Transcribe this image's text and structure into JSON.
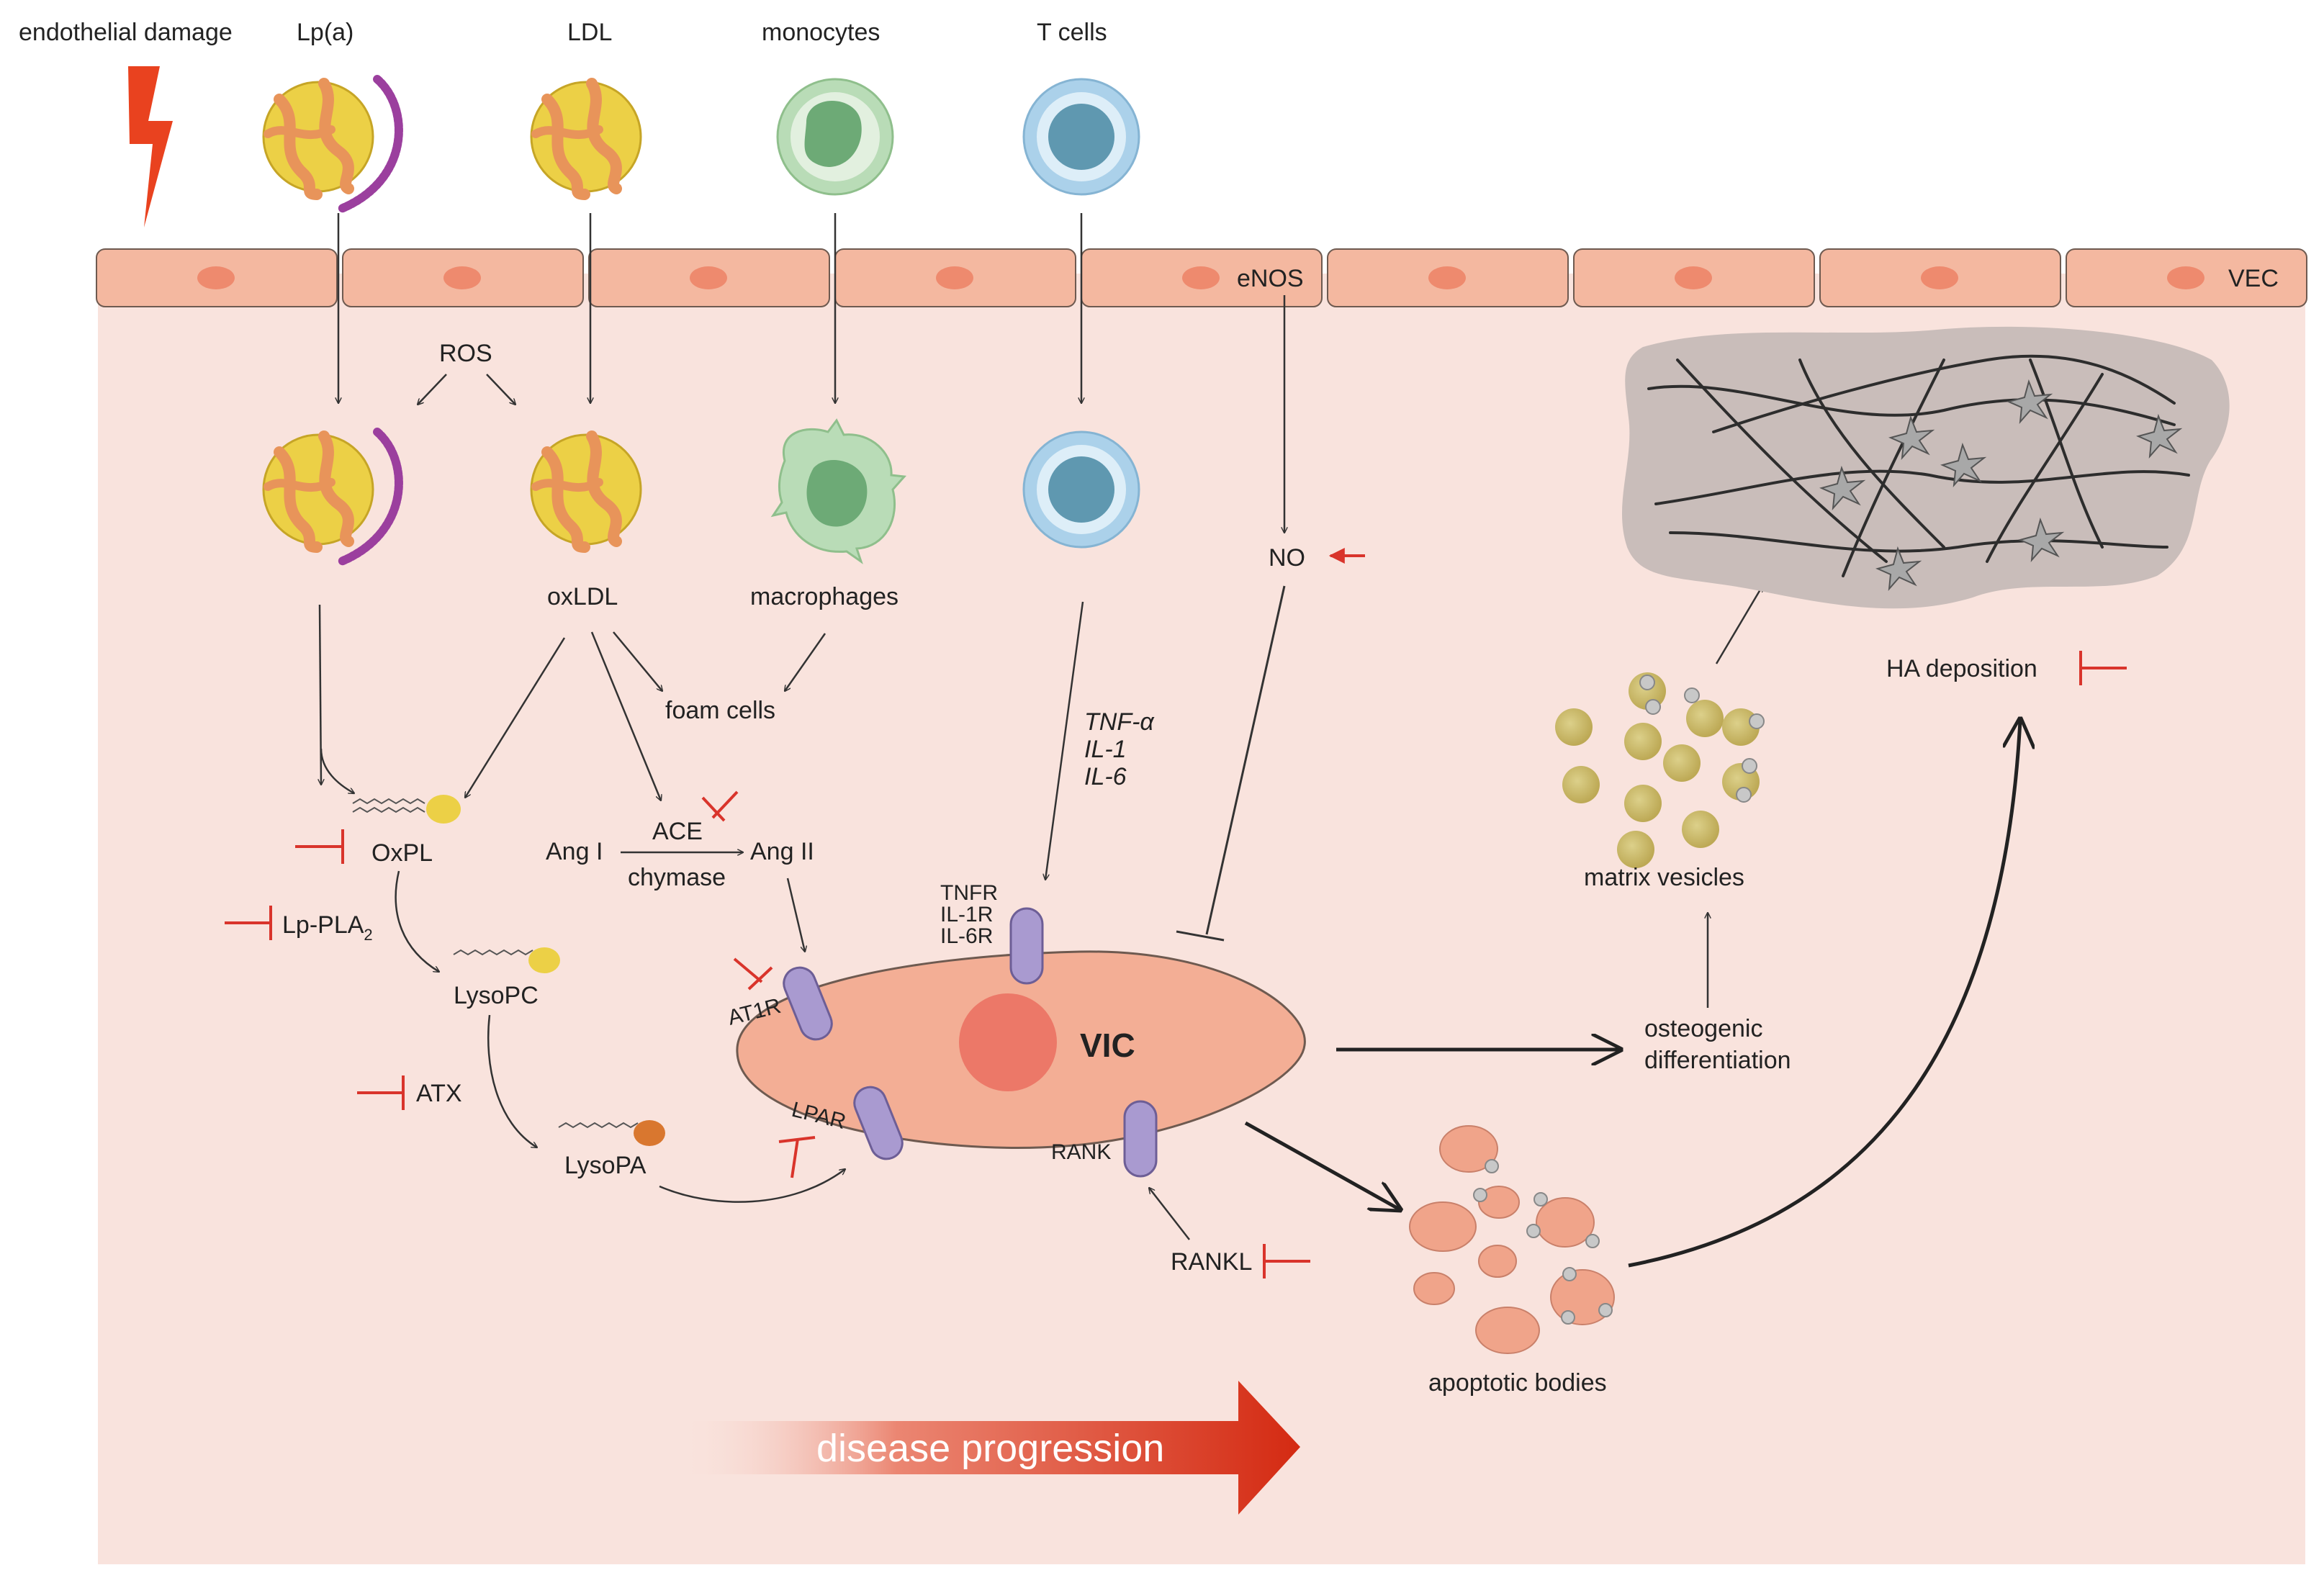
{
  "top_labels": {
    "endothelial_damage": "endothelial damage",
    "lpa": "Lp(a)",
    "ldl": "LDL",
    "monocytes": "monocytes",
    "t_cells": "T cells"
  },
  "endothelium": {
    "enos": "eNOS",
    "vec": "VEC"
  },
  "lipids": {
    "ros": "ROS",
    "oxldl": "oxLDL",
    "macrophages": "macrophages",
    "foam_cells": "foam cells",
    "no": "NO"
  },
  "pathway": {
    "oxpl": "OxPL",
    "lp_pla2": "Lp-PLA",
    "lp_pla2_sub": "2",
    "lysopc": "LysoPC",
    "atx": "ATX",
    "lysopa": "LysoPA",
    "ang1": "Ang I",
    "ace": "ACE",
    "chymase": "chymase",
    "ang2": "Ang II",
    "cytokines": [
      "TNF-α",
      "IL-1",
      "IL-6"
    ]
  },
  "receptors": {
    "tnfr": "TNFR",
    "il1r": "IL-1R",
    "il6r": "IL-6R",
    "at1r": "AT1R",
    "lpar": "LPAR",
    "rank": "RANK",
    "rankl": "RANKL"
  },
  "cell": {
    "vic": "VIC"
  },
  "outcomes": {
    "osteogenic_line1": "osteogenic",
    "osteogenic_line2": "differentiation",
    "matrix_vesicles": "matrix vesicles",
    "apoptotic_bodies": "apoptotic bodies",
    "ha_deposition": "HA deposition"
  },
  "progression": {
    "label": "disease progression"
  },
  "colors": {
    "tissue_bg": "#f9e3dd",
    "endothelial_cell": "#f4b8a0",
    "nucleus": "#ee8a6e",
    "vic_body": "#f3ae95",
    "vic_nucleus": "#ec7868",
    "receptor": "#a99ad0",
    "lipoprotein": "#ecd046",
    "apolipoprotein": "#e8945a",
    "lpa_tail": "#9b3f9e",
    "monocyte": "#b9dcb7",
    "monocyte_nucleus": "#6daa76",
    "tcell": "#abd1ea",
    "tcell_nucleus": "#5f98b0",
    "inhibition": "#d9342b",
    "progression_arrow": "#d42a12",
    "matrix_vesicle": "#cdbd69",
    "apoptotic_body": "#f0a48a",
    "ha_cloud": "#c9bdba"
  }
}
